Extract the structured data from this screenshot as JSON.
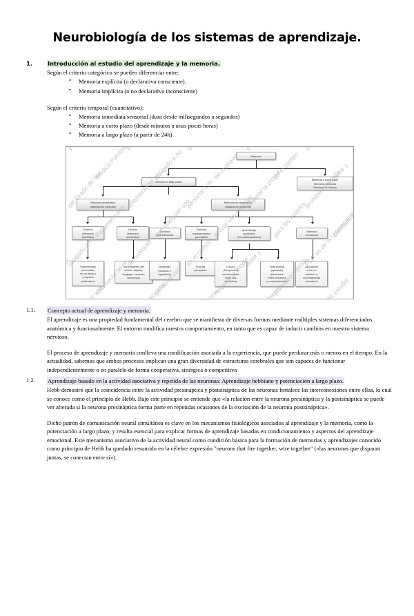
{
  "document": {
    "title": "Neurobiología de los sistemas de aprendizaje."
  },
  "sections": [
    {
      "number": "1.",
      "heading": "Introducción al estudio del aprendizaje y la memoria.",
      "highlight_color": "#dff0d8"
    },
    {
      "number": "1.1.",
      "heading": "Concepto actual de aprendizaje y memoria.",
      "highlight_color": "#e8e3f2"
    },
    {
      "number": "1.2.",
      "heading": "Aprendizaje basado en la actividad asociativa y repetida de las neuronas: Aprendizaje hebbiano y potenciación a largo plazo.",
      "highlight_color": "#e8e3f2"
    }
  ],
  "intro": {
    "lead_1": "Según el criterio categórico se pueden diferenciar entre:",
    "bullets_1": [
      "Memoria explícita (o declarativa consciente).",
      "Memoria implícita (o no declarativa inconsciente)"
    ],
    "lead_2": "Según el criterio temporal (cuantitativo):",
    "bullets_2": [
      "Memoria inmediata/sensorial (dura desde milisegundos a segundos)",
      "Memoria a corto plazo (desde minutos a unas pocas horas)",
      "Memoria a largo plazo (a partir de 24h)"
    ]
  },
  "paragraphs": {
    "p_1_1_a": "El aprendizaje es una propiedad fundamental del cerebro que se manifiesta de diversas formas mediante múltiples sistemas diferenciados anatómica y funcionalmente. El entorno modifica nuestro comportamiento, en tanto que es capaz de inducir cambios en nuestro sistema nervioso.",
    "p_1_1_b": "El proceso de aprendizaje y memoria conlleva una modificación asociada a la experiencia, que puede perdurar más o menos en el tiempo. En la actualidad, sabemos que ambos procesos implican una gran diversidad de estructuras cerebrales que son capaces de funcionar independientemente o en paralelo de forma cooperativa, sinérgica o competitiva",
    "p_1_2_a": "Hebb demostró que la coincidencia entre la actividad presináptica y postsináptica de las neuronas fortalece las interconexiones entre ellas, lo cual se conoce como el principio de Hebb. Bajo este principio se entiende que «la relación entre la neurona presináptica y la postsináptica se puede ver alterada si la neurona presináptica forma parte en repetidas ocasiones de la excitación de la neurona postsináptica».",
    "p_1_2_b": "Dicho patrón de comunicación neural simultánea es clave en los mecanismos fisiológicos asociados al aprendizaje y la memoria, como la potenciación a largo plazo, y resulta esencial para explicar formas de aprendizaje basadas en condicionamiento y aspectos del aprendizaje emocional. Este mecanismo asociativo de la actividad neural como condición básica para la formación de memorias y aprendizajes conocido como principio de Hebb ha quedado resumido en la célebre expresión \"neurons that fire together, wire together\" («las neuronas que disparan juntas, se conectan entre sí»)."
  },
  "figure": {
    "nodes": {
      "root": "Memoria",
      "largo_plazo": "Memoria a largo plazo",
      "corto_plazo": "Memoria a corto plazo\nMemoria sensorial\nMemoria de trabajo",
      "declarativa": "Memoria declarativa\n(adquisición explícita)",
      "no_declarativa": "Memoria no declarativa\n(adquisición implícita)",
      "eventos": "Eventos\n(Memoria\nepisódica)",
      "hechos": "Hechos\n(Memoria\nsemántica)",
      "procedimental": "Memoria\nprocedimental",
      "perceptivo": "Sistema\nrepresentación\nperceptivo",
      "asociativo": "Aprendizaje\nasociativo\n(Condicionamiento)",
      "emocional": "Memoria\nemocional",
      "experiencias": "Experiencias\npersonales\nen un tiempo\ny espacio\nparticulares",
      "conocimiento": "Conocimiento del\nmundo, objetos,\nlenguaje, memoria\nconceptual",
      "destrezas": "Destrezas\n(motoras y\ncognitivas)",
      "priming": "Priming\nperceptivo",
      "clasico": "Clásico\n(Respuestas\ncondicionadas\nentre dos\nestímulos)",
      "instrumental": "Instrumental\n(operante)\n(Asociación\nentre conducta\ny consecuencias)",
      "asociacion_emocional": "Asociación\nentre un\nestímulo y\nuna respuesta\nemocional"
    },
    "watermark_phrases": [
      "PDF es de la Universidad",
      "de la asignatura de",
      "del Grado de Ver",
      "solamente se pr",
      "personal con",
      "respetar la propie",
      "prohibido reprodu",
      "estudio",
      "y del editor.",
      "Panamericana",
      "que cualquier uso",
      "el cual uso respetar",
      "para los autores",
      "distribuir, a través",
      "sin el permiso",
      "Médica Panamericana",
      "obligado a no",
      "de cualquier",
      "en el campo",
      "autor y"
    ]
  }
}
